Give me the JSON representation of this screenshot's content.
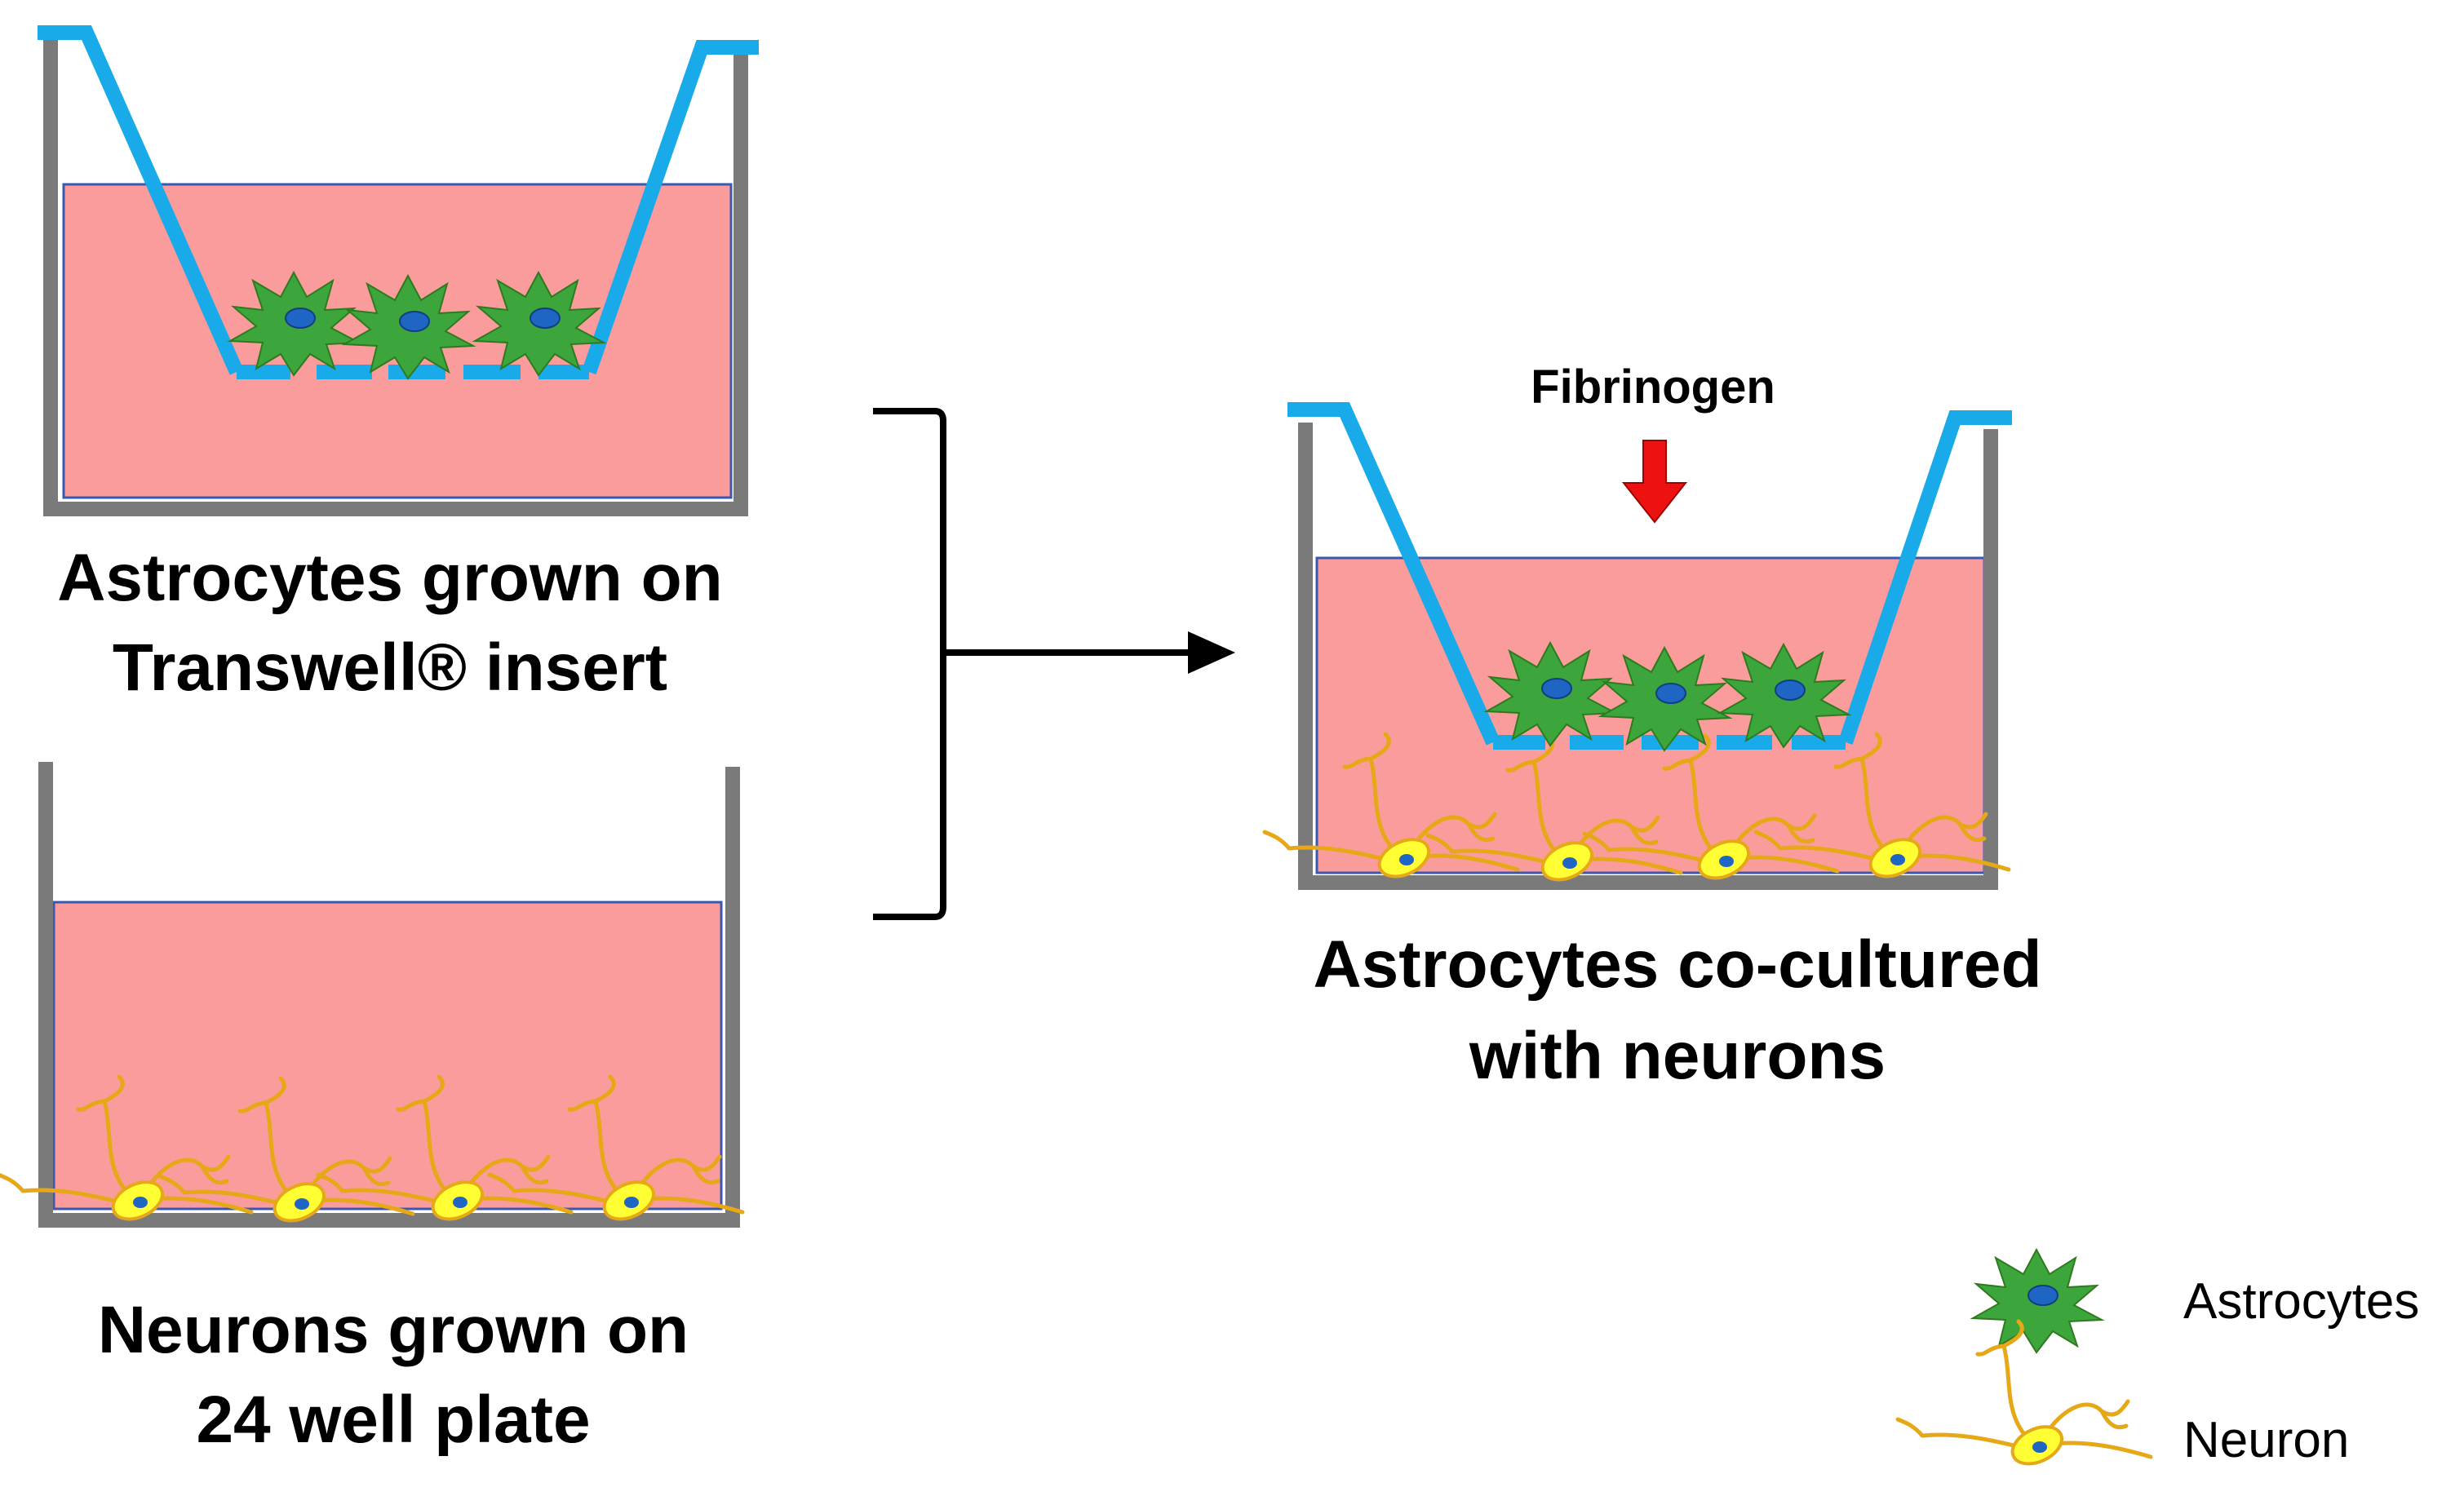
{
  "colors": {
    "medium": "#fb9c9c",
    "medium_edge": "#3a58b0",
    "well_wall": "#7a7a7a",
    "insert": "#19aaea",
    "astrocyte": "#3ca63c",
    "astrocyte_edge": "#2f7a1f",
    "nucleus": "#1f66c4",
    "neuron_body": "#ffff33",
    "neuron_process": "#e6a817",
    "arrow_red": "#ee1111",
    "black": "#000000"
  },
  "icons": {
    "astrocyte": "astrocyte-icon",
    "neuron": "neuron-icon",
    "bracket": "bracket-icon",
    "arrow": "right-arrow-icon",
    "treatment_arrow": "down-arrow-icon"
  },
  "panels": {
    "astrocytes_insert": {
      "caption_line1": "Astrocytes grown on",
      "caption_line2": "Transwell® insert"
    },
    "neurons_plate": {
      "caption_line1": "Neurons grown on",
      "caption_line2": "24 well plate"
    },
    "coculture": {
      "treatment_label": "Fibrinogen",
      "caption_line1": "Astrocytes co-cultured",
      "caption_line2": "with neurons"
    }
  },
  "legend": {
    "astrocytes": "Astrocytes",
    "neuron": "Neuron"
  }
}
